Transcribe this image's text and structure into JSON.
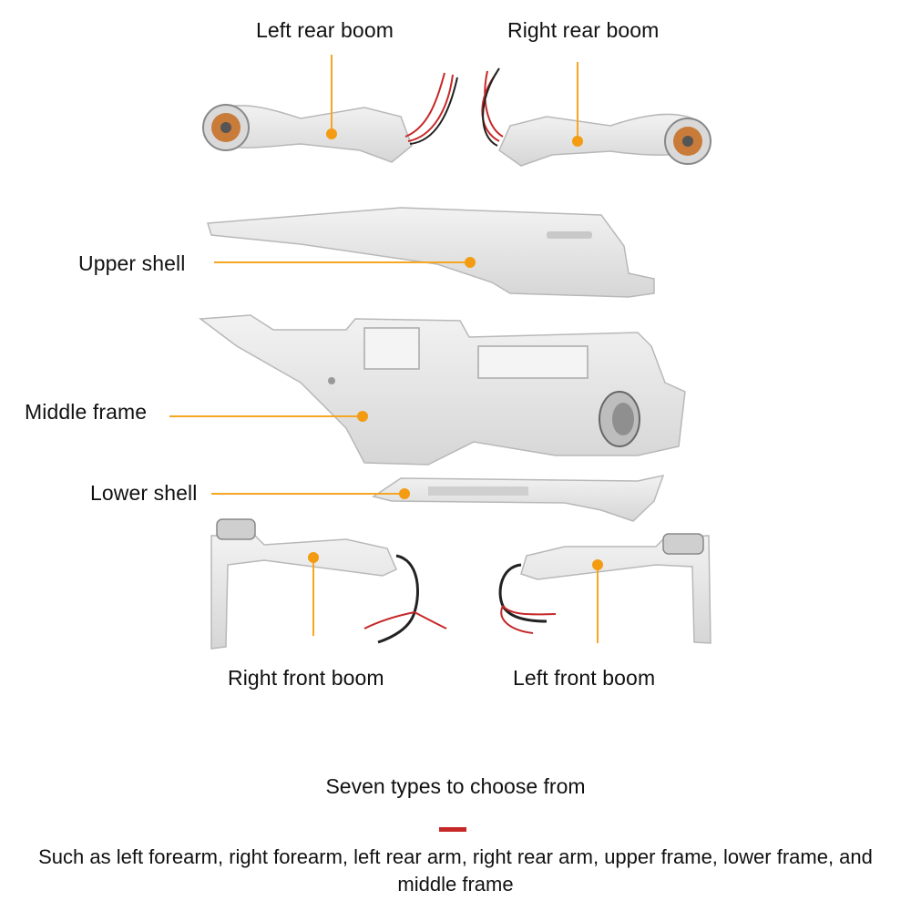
{
  "parts": {
    "left_rear_boom": "Left rear boom",
    "right_rear_boom": "Right rear boom",
    "upper_shell": "Upper shell",
    "middle_frame": "Middle frame",
    "lower_shell": "Lower shell",
    "right_front_boom": "Right front boom",
    "left_front_boom": "Left front boom"
  },
  "caption": {
    "title": "Seven types to choose from",
    "body": "Such as left forearm, right forearm, left rear arm, right rear arm, upper frame, lower frame, and middle frame"
  },
  "colors": {
    "leader": "#f5a623",
    "marker": "#f39c12",
    "part_fill": "#e6e6e6",
    "part_edge": "#b8b8b8",
    "accent_dash": "#c62828"
  }
}
